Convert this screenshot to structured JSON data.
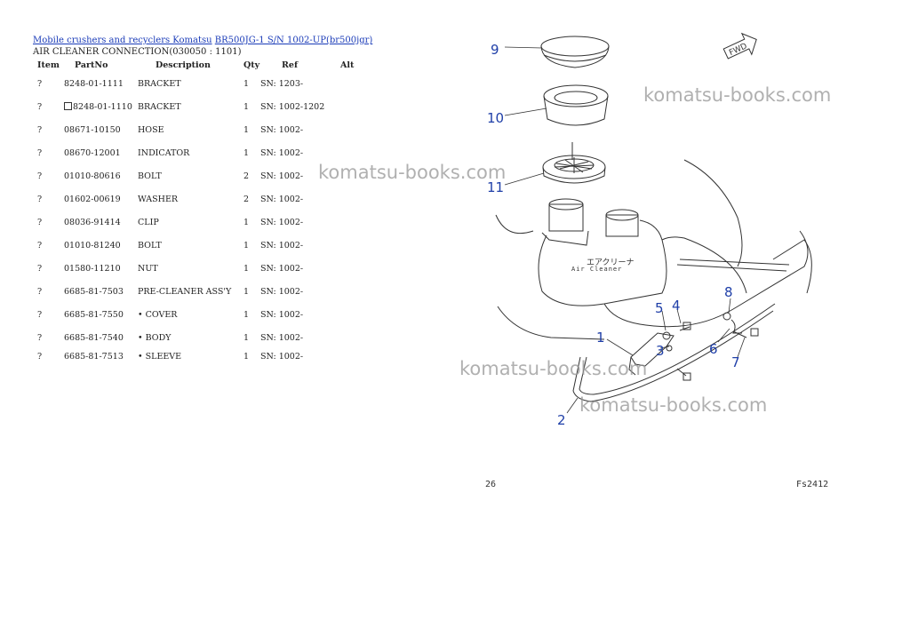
{
  "breadcrumb": {
    "link1": "Mobile crushers and recyclers Komatsu",
    "link2": "BR500JG-1 S/N 1002-UP(br500jgr)"
  },
  "section_title": "AIR CLEANER CONNECTION(030050 : 1101)",
  "table": {
    "headers": [
      "Item",
      "PartNo",
      "Description",
      "Qty",
      "Ref",
      "Alt"
    ],
    "rows": [
      {
        "item": "?",
        "part": "8248-01-1111",
        "desc": "BRACKET",
        "qty": "1",
        "ref": "SN: 1203-",
        "alt": ""
      },
      {
        "item": "?",
        "part": "8248-01-1110",
        "desc": "BRACKET",
        "qty": "1",
        "ref": "SN: 1002-1202",
        "alt": ""
      },
      {
        "item": "?",
        "part": "08671-10150",
        "desc": "HOSE",
        "qty": "1",
        "ref": "SN: 1002-",
        "alt": ""
      },
      {
        "item": "?",
        "part": "08670-12001",
        "desc": "INDICATOR",
        "qty": "1",
        "ref": "SN: 1002-",
        "alt": ""
      },
      {
        "item": "?",
        "part": "01010-80616",
        "desc": "BOLT",
        "qty": "2",
        "ref": "SN: 1002-",
        "alt": ""
      },
      {
        "item": "?",
        "part": "01602-00619",
        "desc": "WASHER",
        "qty": "2",
        "ref": "SN: 1002-",
        "alt": ""
      },
      {
        "item": "?",
        "part": "08036-91414",
        "desc": "CLIP",
        "qty": "1",
        "ref": "SN: 1002-",
        "alt": ""
      },
      {
        "item": "?",
        "part": "01010-81240",
        "desc": "BOLT",
        "qty": "1",
        "ref": "SN: 1002-",
        "alt": ""
      },
      {
        "item": "?",
        "part": "01580-11210",
        "desc": "NUT",
        "qty": "1",
        "ref": "SN: 1002-",
        "alt": ""
      },
      {
        "item": "?",
        "part": "6685-81-7503",
        "desc": "PRE-CLEANER ASS'Y",
        "qty": "1",
        "ref": "SN: 1002-",
        "alt": ""
      },
      {
        "item": "?",
        "part": "6685-81-7550",
        "desc": "• COVER",
        "qty": "1",
        "ref": "SN: 1002-",
        "alt": ""
      },
      {
        "item": "?",
        "part": "6685-81-7540",
        "desc": "• BODY",
        "qty": "1",
        "ref": "SN: 1002-",
        "alt": ""
      },
      {
        "item": "?",
        "part": "6685-81-7513",
        "desc": "• SLEEVE",
        "qty": "1",
        "ref": "SN: 1002-",
        "alt": ""
      }
    ]
  },
  "diagram": {
    "callouts": [
      "9",
      "10",
      "11",
      "8",
      "5",
      "4",
      "1",
      "3",
      "6",
      "7",
      "2"
    ],
    "label_jp": "エアクリーナ",
    "label_en": "Air Cleaner",
    "fwd": "FWD",
    "page_left": "26",
    "page_right": "Fs2412"
  },
  "watermark": "komatsu-books.com",
  "colors": {
    "link": "#1a3bb8",
    "callout": "#1f3fa8",
    "watermark": "#969696"
  }
}
